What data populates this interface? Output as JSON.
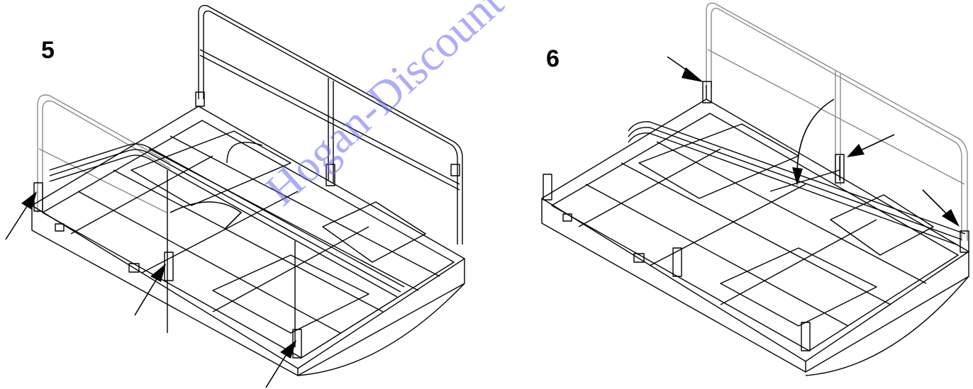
{
  "steps": [
    {
      "number": "5"
    },
    {
      "number": "6"
    }
  ],
  "watermark": {
    "text": "Hogan-Discount-Equipment"
  },
  "colors": {
    "line": "#000000",
    "ghost": "#8a8a8a",
    "watermark": "#6b6cf0",
    "arrow": "#000000"
  }
}
